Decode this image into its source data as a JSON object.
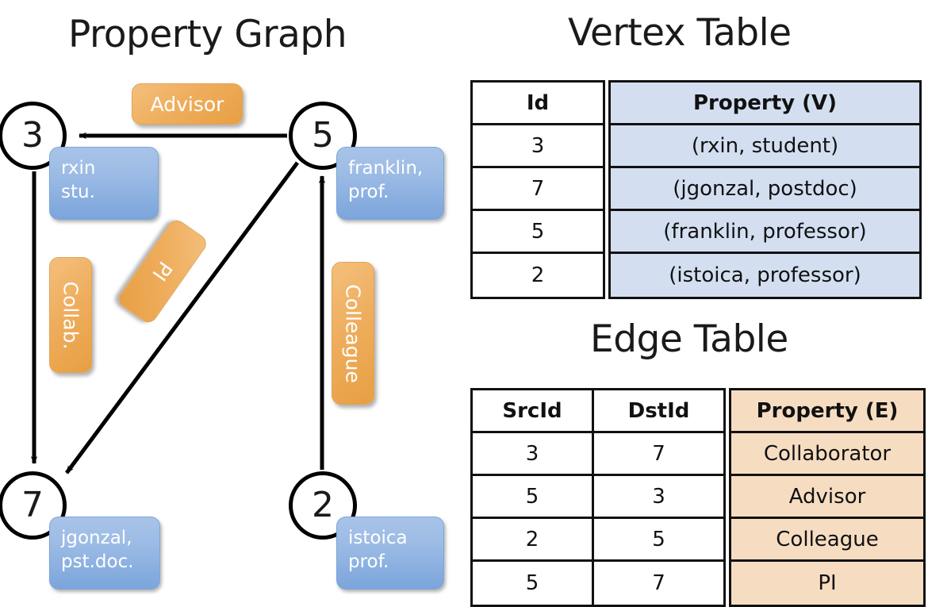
{
  "titles": {
    "property_graph": "Property Graph",
    "vertex_table": "Vertex Table",
    "edge_table": "Edge Table"
  },
  "graph": {
    "vertices": [
      {
        "id": "3",
        "property": "rxin\nstu."
      },
      {
        "id": "5",
        "property": "franklin,\nprof."
      },
      {
        "id": "7",
        "property": "jgonzal,\npst.doc."
      },
      {
        "id": "2",
        "property": "istoica\nprof."
      }
    ],
    "edge_labels": {
      "advisor": "Advisor",
      "collab": "Collab.",
      "pi": "PI",
      "colleague": "Colleague"
    }
  },
  "vertex_table": {
    "headers": [
      "Id",
      "Property (V)"
    ],
    "rows": [
      {
        "id": "3",
        "property": "(rxin, student)"
      },
      {
        "id": "7",
        "property": "(jgonzal, postdoc)"
      },
      {
        "id": "5",
        "property": "(franklin, professor)"
      },
      {
        "id": "2",
        "property": "(istoica, professor)"
      }
    ]
  },
  "edge_table": {
    "headers": [
      "SrcId",
      "DstId",
      "Property (E)"
    ],
    "rows": [
      {
        "src": "3",
        "dst": "7",
        "property": "Collaborator"
      },
      {
        "src": "5",
        "dst": "3",
        "property": "Advisor"
      },
      {
        "src": "2",
        "dst": "5",
        "property": "Colleague"
      },
      {
        "src": "5",
        "dst": "7",
        "property": "PI"
      }
    ]
  },
  "colors": {
    "vertex_property_fill": "#d3dff1",
    "edge_property_fill": "#f6ddc2",
    "blue_callout": "#9dbce5",
    "orange_label": "#efae5e",
    "stroke": "#111111",
    "background": "#ffffff"
  }
}
